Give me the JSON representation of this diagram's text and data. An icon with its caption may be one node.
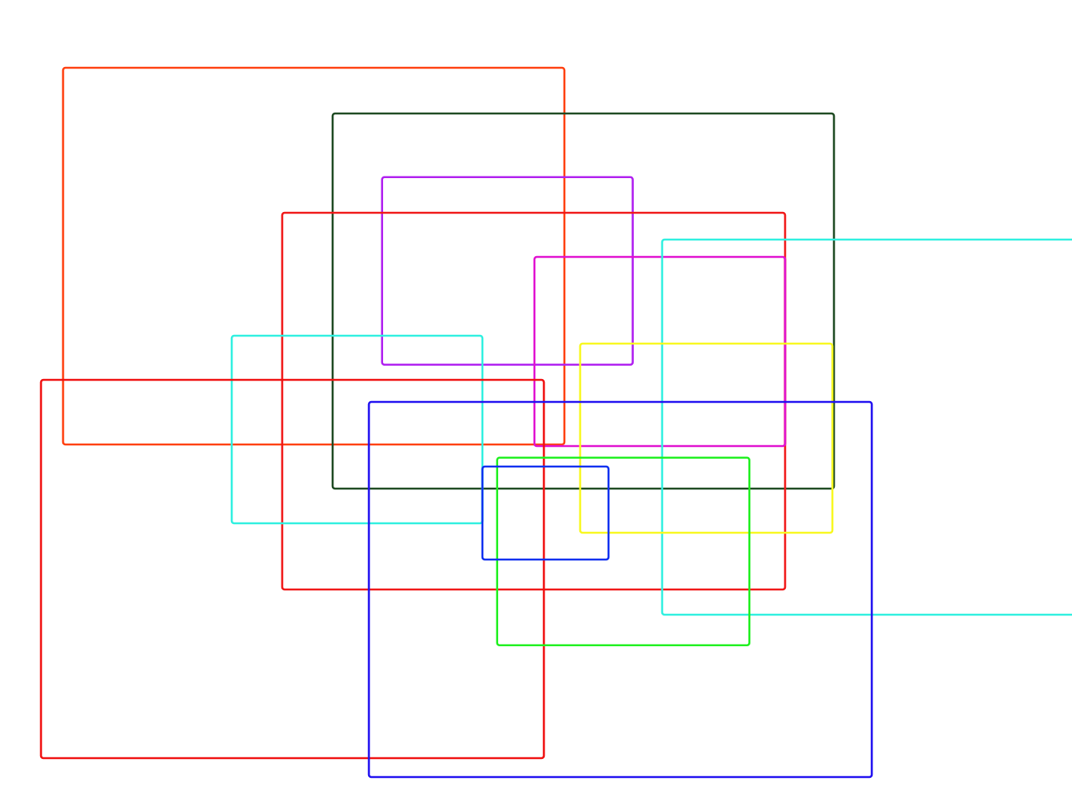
{
  "diagram": {
    "nodes": [
      {
        "text": [],
        "shape": "box"
      },
      {
        "text": [],
        "shape": "box"
      },
      {
        "text": [],
        "shape": "box",
        "in": 1
      },
      {
        "text": [],
        "shape": "box"
      },
      {
        "text": [],
        "shape": "box"
      },
      {
        "text": [],
        "shape": "box"
      },
      {
        "text": [],
        "shape": "box"
      },
      {
        "text": [],
        "shape": "box"
      },
      {
        "text": [],
        "shape": "box"
      },
      {
        "text": [],
        "shape": "box"
      },
      {
        "text": [],
        "shape": "box",
        "in": 9
      },
      {
        "text": [],
        "shape": "box"
      }
    ]
  }
}
